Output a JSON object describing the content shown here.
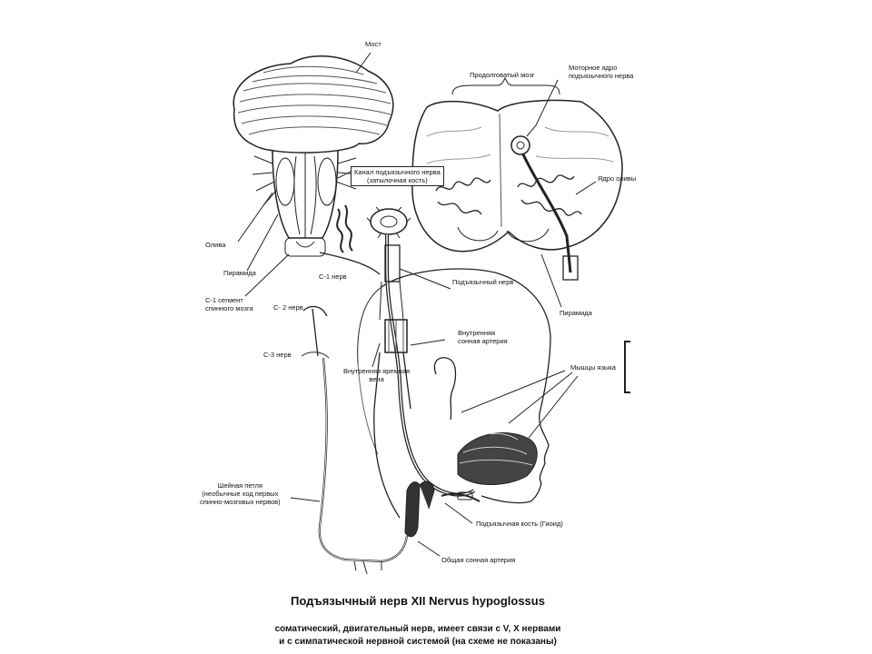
{
  "labels": {
    "most": "Мост",
    "medulla": "Продолговатый мозг",
    "motor_nucleus": "Моторное ядро\nподъязычного нерва",
    "olive_nucleus": "Ядро оливы",
    "canal": "Канал подъязычного нерва\n(затылочная кость)",
    "oliva": "Олива",
    "piramida_left": "Пирамида",
    "c1_nerve": "С-1 нерв",
    "c1_segment": "С-1 сегмент\nспинного мозга",
    "c2_nerve": "С- 2 нерв",
    "c3_nerve": "С-3 нерв",
    "hypoglossal_nerve": "Подъязычный нерв",
    "piramida_right": "Пирамида",
    "internal_carotid": "Внутренняя\nсонная артерия",
    "internal_jugular": "Внутренняя яремная\nвена",
    "tongue_muscles": "Мышцы языка",
    "ansa_cervicalis": "Шейная петля\n(необычные ход первых\nспинно-мозговых нервов)",
    "hyoid": "Подъязычная кость (Гиоид)",
    "common_carotid": "Общая сонная артерия"
  },
  "caption": {
    "title": "Подъязычный нерв  XII  Nervus hypoglossus",
    "description": "соматический, двигательный нерв, имеет связи с V, X нервами\nи с симпатической нервной системой (на схеме не показаны)"
  }
}
